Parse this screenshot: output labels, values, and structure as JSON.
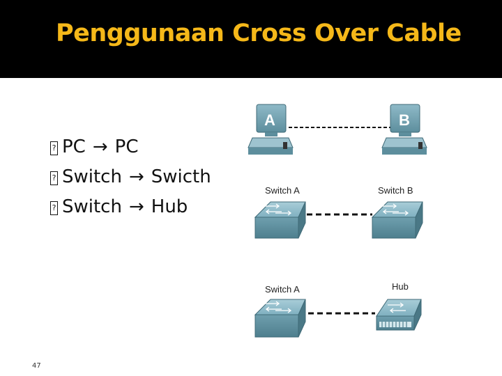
{
  "slide": {
    "title": "Penggunaan Cross Over Cable",
    "page_number": "47",
    "bullet_glyph": "?",
    "arrow": "→",
    "bullets": [
      {
        "from": "PC",
        "to": "PC"
      },
      {
        "from": "Switch",
        "to": "Swicth"
      },
      {
        "from": "Switch",
        "to": "Hub"
      }
    ]
  },
  "diagram": {
    "row1": {
      "left_label": "A",
      "right_label": "B"
    },
    "row2": {
      "left_label": "Switch A",
      "right_label": "Switch B"
    },
    "row3": {
      "left_label": "Switch A",
      "right_label": "Hub"
    }
  },
  "colors": {
    "header_bg": "#000000",
    "title": "#f5b819",
    "device_body": "#6f9fae",
    "cable": "#111111"
  }
}
